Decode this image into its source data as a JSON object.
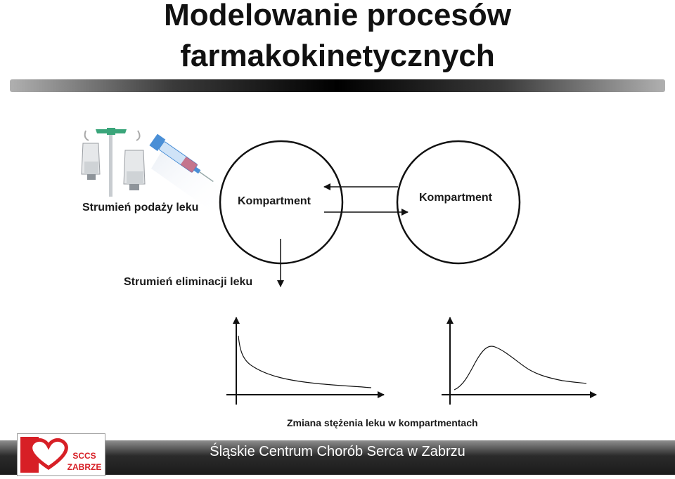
{
  "title": {
    "line1": "Modelowanie procesów",
    "line2": "farmakokinetycznych"
  },
  "diagram": {
    "input_flow_label": "Strumień podaży leku",
    "compartment_left_label": "Kompartment",
    "compartment_right_label": "Kompartment",
    "elimination_flow_label": "Strumień eliminacji leku",
    "graphs_caption": "Zmiana stężenia leku w kompartmentach"
  },
  "footer": {
    "institution": "Śląskie Centrum Chorób Serca w Zabrzu",
    "logo_line1": "SCCS",
    "logo_line2": "ZABRZE"
  },
  "colors": {
    "logo_red": "#d71f26",
    "syringe_blue": "#4a8fd6",
    "iv_green": "#3aa57a"
  }
}
